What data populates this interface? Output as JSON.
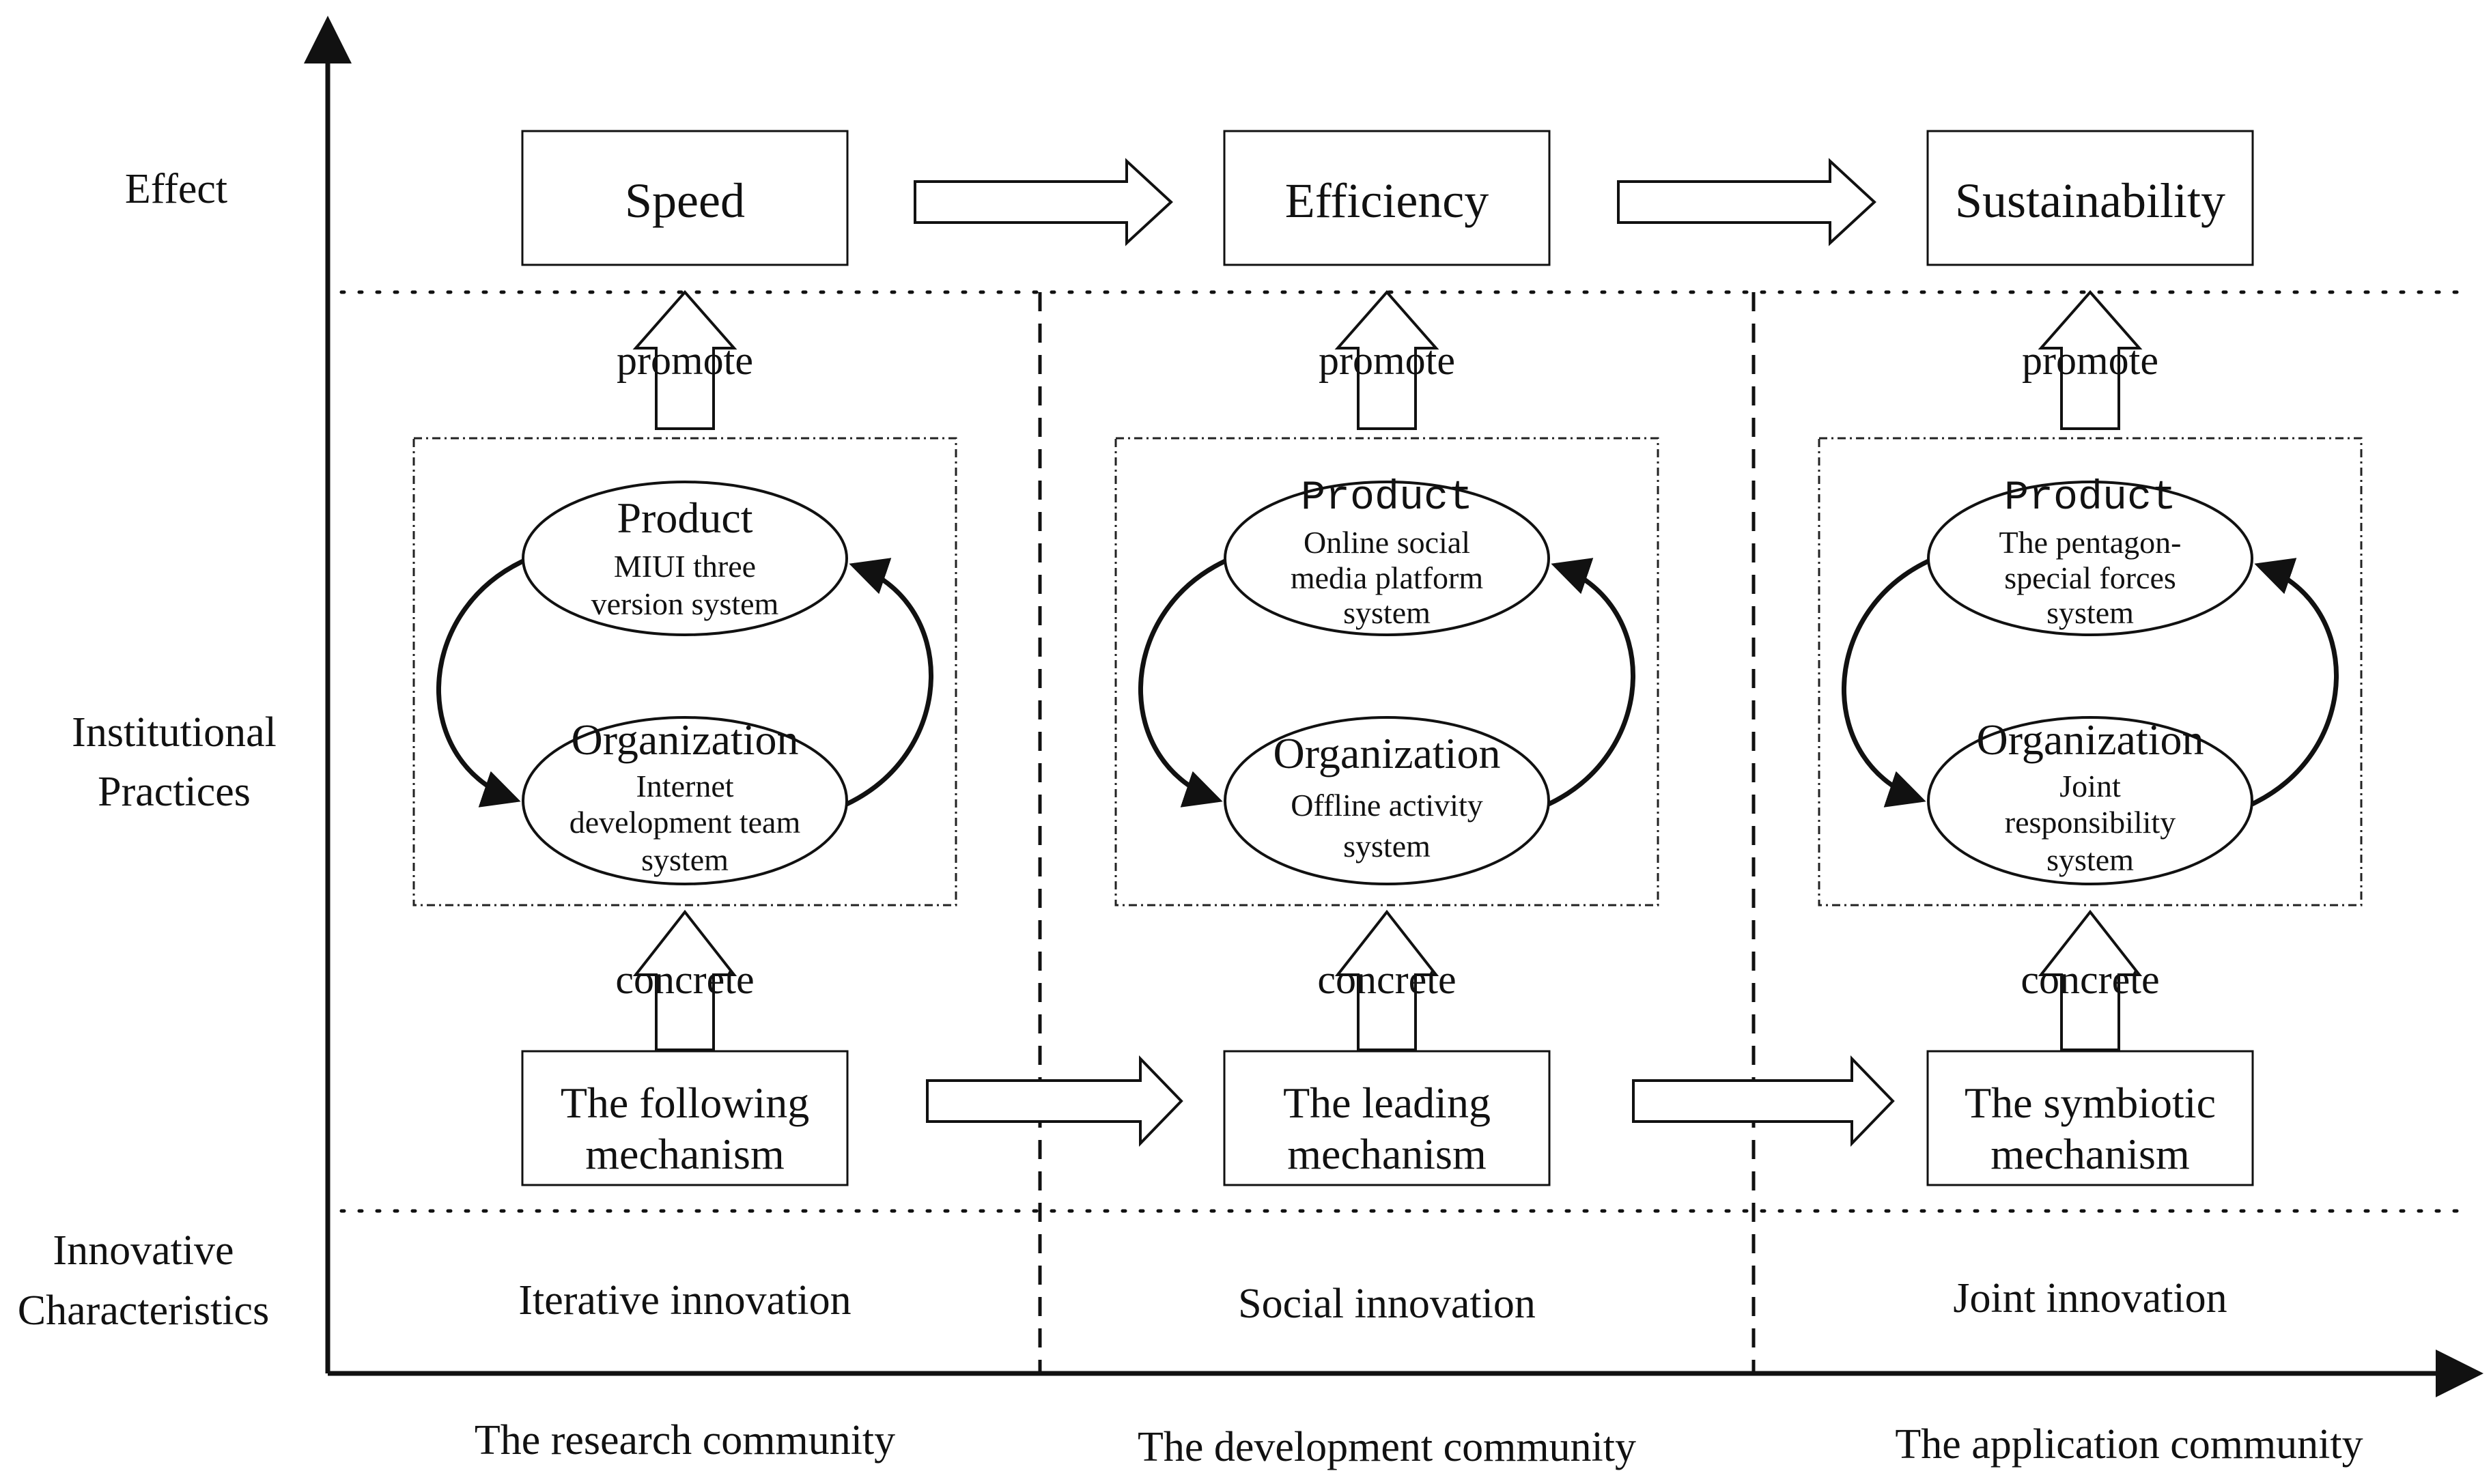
{
  "rows": {
    "effect": "Effect",
    "practices_line1": "Institutional",
    "practices_line2": "Practices",
    "characteristics_line1": "Innovative",
    "characteristics_line2": "Characteristics"
  },
  "columns": [
    {
      "community": "The research community",
      "effect": "Speed",
      "promote": "promote",
      "product_title": "Product",
      "product_sub": [
        "MIUI three",
        "version system"
      ],
      "org_title": "Organization",
      "org_sub": [
        "Internet",
        "development team",
        "system"
      ],
      "concrete": "concrete",
      "mechanism": [
        "The following",
        "mechanism"
      ],
      "innovation": "Iterative innovation"
    },
    {
      "community": "The development community",
      "effect": "Efficiency",
      "promote": "promote",
      "product_title": "Product",
      "product_sub": [
        "Online social",
        "media platform",
        "system"
      ],
      "org_title": "Organization",
      "org_sub": [
        "Offline activity",
        "system"
      ],
      "concrete": "concrete",
      "mechanism": [
        "The leading",
        "mechanism"
      ],
      "innovation": "Social innovation"
    },
    {
      "community": "The application community",
      "effect": "Sustainability",
      "promote": "promote",
      "product_title": "Product",
      "product_sub": [
        "The pentagon-",
        "special forces",
        "system"
      ],
      "org_title": "Organization",
      "org_sub": [
        "Joint",
        "responsibility",
        "system"
      ],
      "concrete": "concrete",
      "mechanism": [
        "The symbiotic",
        "mechanism"
      ],
      "innovation": "Joint innovation"
    }
  ]
}
